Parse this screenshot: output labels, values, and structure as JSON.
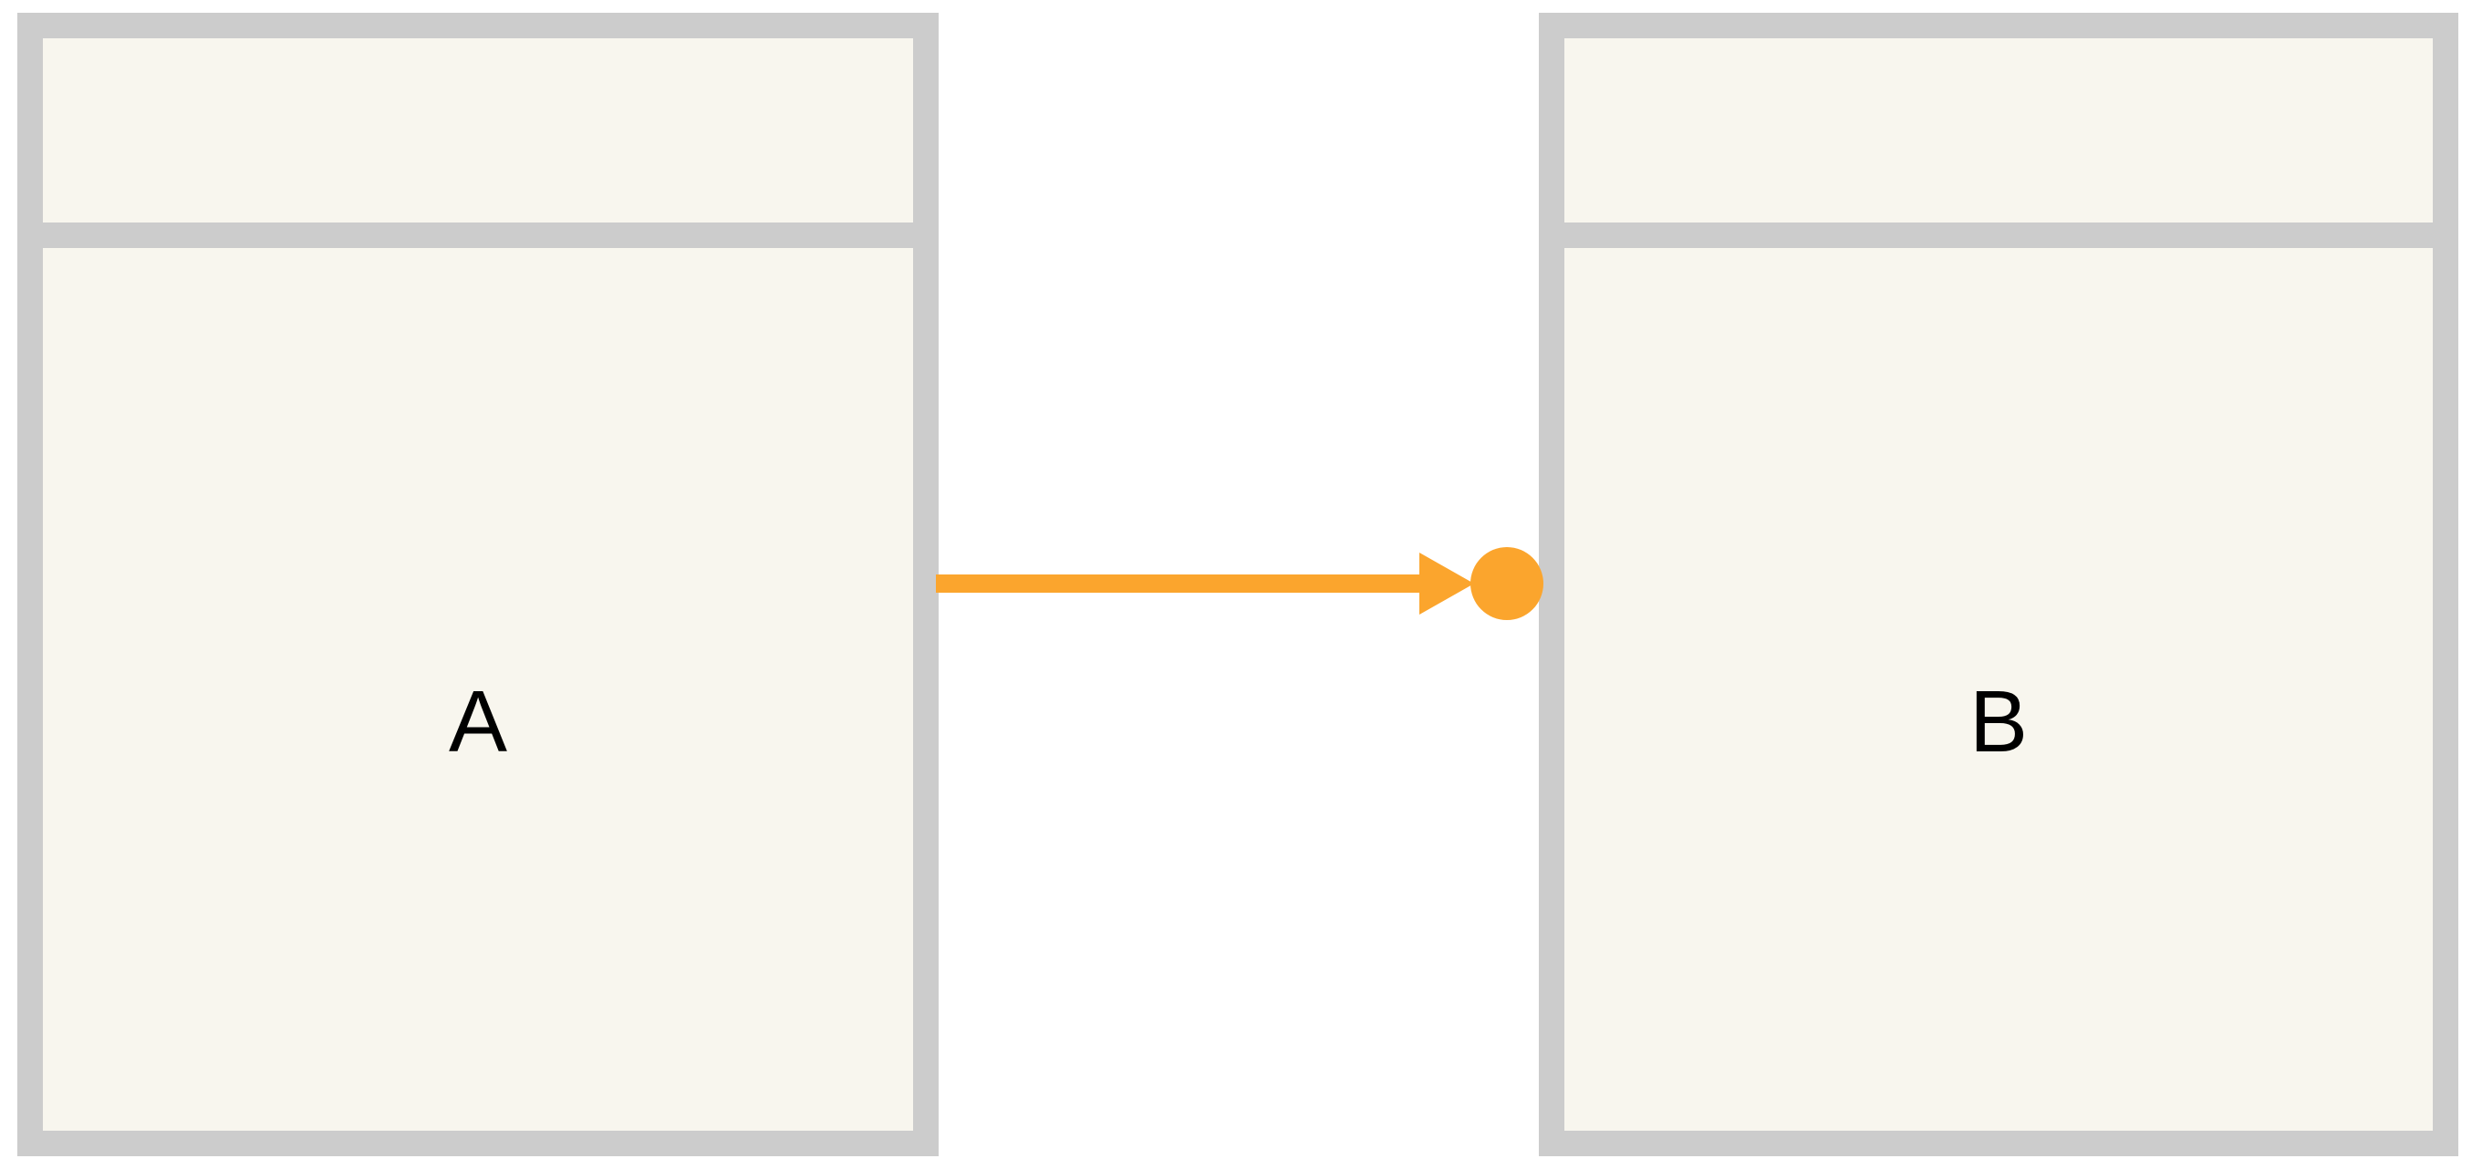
{
  "diagram": {
    "nodes": [
      {
        "id": "A",
        "label": "A"
      },
      {
        "id": "B",
        "label": "B"
      }
    ],
    "edges": [
      {
        "from": "A",
        "to": "B",
        "head": "arrow",
        "tail_marker": "circle"
      }
    ],
    "colors": {
      "node_fill": "#f8f6ee",
      "node_border": "#cccccc",
      "edge": "#fba52d",
      "label": "#000000"
    }
  }
}
